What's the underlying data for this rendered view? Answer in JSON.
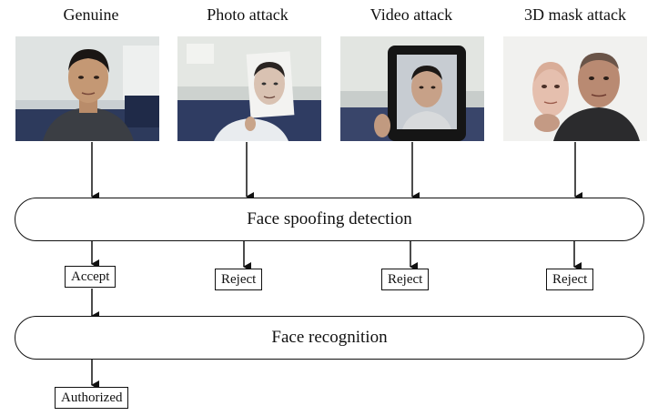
{
  "columns": [
    {
      "title": "Genuine",
      "photo": "genuine-face-photo"
    },
    {
      "title": "Photo attack",
      "photo": "photo-attack-photo"
    },
    {
      "title": "Video attack",
      "photo": "video-attack-photo"
    },
    {
      "title": "3D mask attack",
      "photo": "mask-attack-photo"
    }
  ],
  "stages": {
    "detection": "Face spoofing detection",
    "recognition": "Face recognition"
  },
  "outcomes": {
    "accept": "Accept",
    "reject": "Reject",
    "authorized": "Authorized"
  }
}
